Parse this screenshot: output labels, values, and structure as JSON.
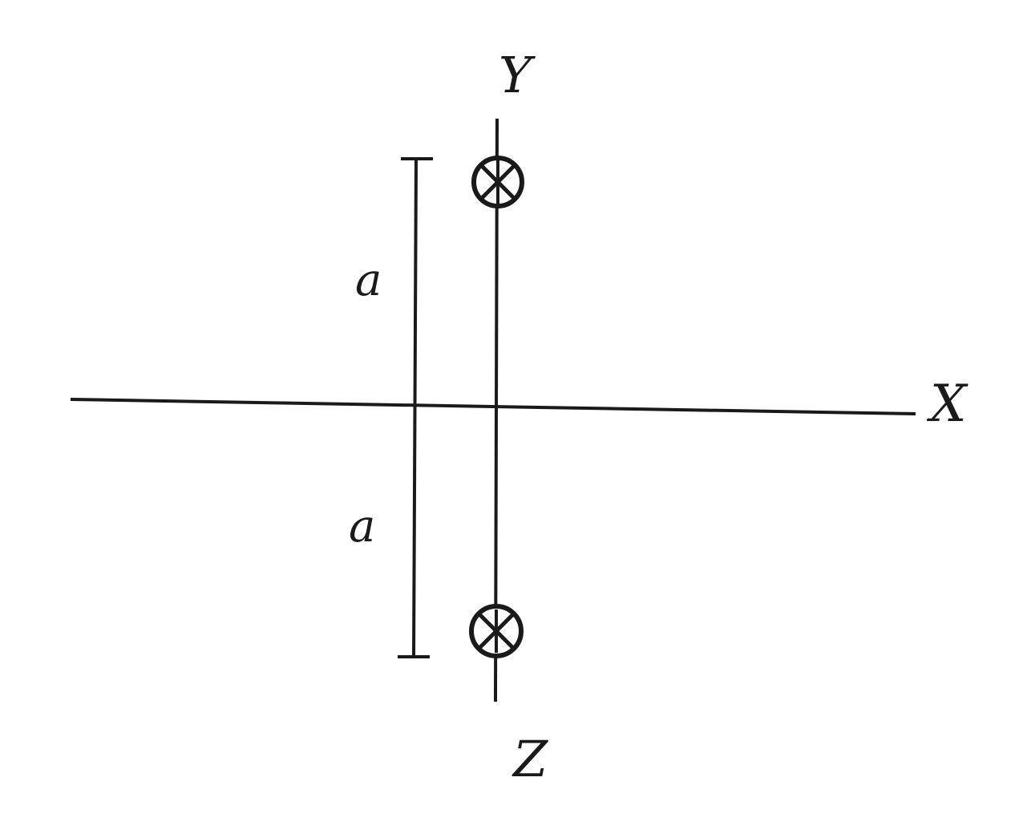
{
  "diagram": {
    "axes": {
      "x_label": "X",
      "y_label": "Y",
      "z_label": "Z"
    },
    "dimension": {
      "upper_label": "a",
      "lower_label": "a"
    },
    "wires": [
      {
        "position": "top",
        "symbol": "cross-in-circle",
        "direction": "into page"
      },
      {
        "position": "bottom",
        "symbol": "cross-in-circle",
        "direction": "into page"
      }
    ],
    "colors": {
      "ink": "#1a1a1a",
      "background": "#ffffff"
    }
  }
}
